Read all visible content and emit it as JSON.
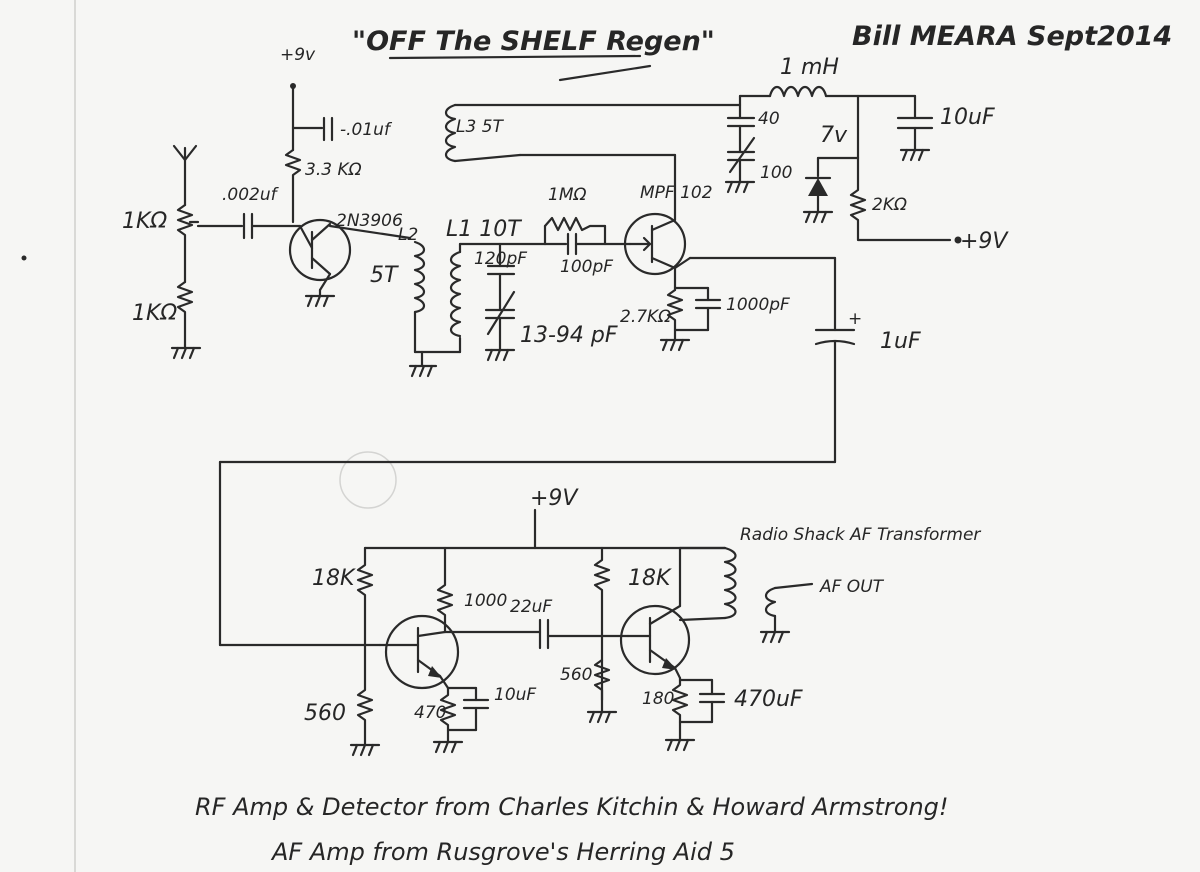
{
  "header": {
    "title": "\"OFF The SHELF Regen\"",
    "author": "Bill MEARA Sept2014"
  },
  "labels": {
    "vcc_top": "+9v",
    "cap_01": "-.01uf",
    "res_33k": "3.3 KΩ",
    "cap_002": ".002uf",
    "pot_1k": "1KΩ",
    "res_1k": "1KΩ",
    "transistor_rf": "2N3906",
    "l2": "L2",
    "l2_turns": "5T",
    "l1": "L1 10T",
    "cap_120": "120pF",
    "var_cap": "13-94 pF",
    "res_1m": "1MΩ",
    "cap_100pf": "100pF",
    "fet": "MPF 102",
    "res_27k": "2.7KΩ",
    "cap_1000pf": "1000pF",
    "l3": "L3 5T",
    "trim_cap_top": "40",
    "trim_cap_bot": "100",
    "choke": "1 mH",
    "zener": "7v",
    "cap_10uf_top": "10uF",
    "res_2k": "2KΩ",
    "vcc_right": "+9V",
    "cap_1uf": "1uF",
    "vcc_af": "+9V",
    "transformer_label": "Radio Shack AF Transformer",
    "res_18k_left": "18K",
    "res_1000": "1000",
    "cap_22uf": "22uF",
    "res_18k_right": "18K",
    "af_out": "AF OUT",
    "res_560_left": "560",
    "res_470": "470",
    "cap_10uf_af": "10uF",
    "res_560_mid": "560",
    "res_180": "180",
    "cap_470uf": "470uF"
  },
  "footer": {
    "line1": "RF Amp & Detector from Charles Kitchin & Howard Armstrong!",
    "line2": "AF Amp from Rusgrove's Herring Aid 5"
  }
}
